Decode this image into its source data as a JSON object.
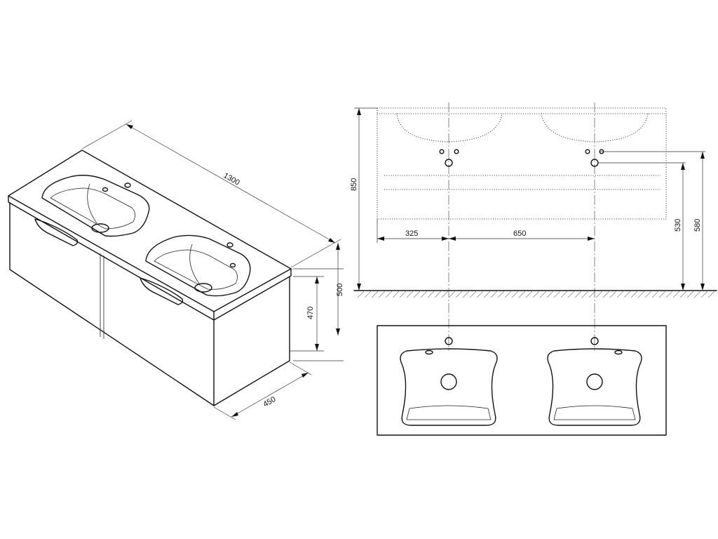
{
  "dimensions": {
    "width_overall": "1300",
    "height_front": "500",
    "height_cabinet": "470",
    "depth": "450",
    "mount_height": "850",
    "offset_left": "325",
    "basin_spacing": "650",
    "drain_height": "530",
    "tap_height": "580"
  },
  "colors": {
    "line": "#111111",
    "background": "#ffffff"
  }
}
